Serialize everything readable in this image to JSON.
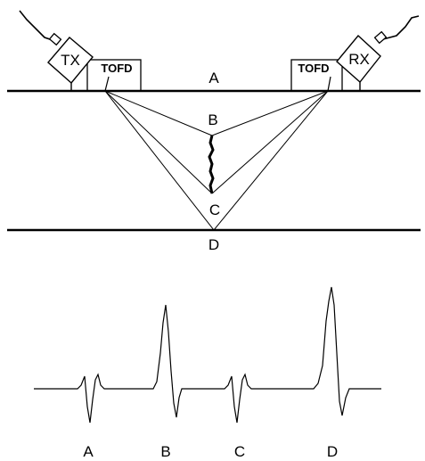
{
  "probe_labels": {
    "transmitter": "TX",
    "receiver": "RX",
    "tofd_left": "TOFD",
    "tofd_right": "TOFD"
  },
  "path_labels": {
    "lateral": "A",
    "crack_top": "B",
    "crack_tip": "C",
    "backwall": "D"
  },
  "signal_labels": [
    "A",
    "B",
    "C",
    "D"
  ],
  "colors": {
    "ink": "#000000",
    "background": "#ffffff"
  }
}
